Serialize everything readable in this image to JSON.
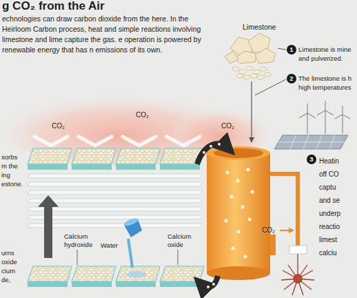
{
  "diagram": {
    "title": "g CO₂ from the Air",
    "labels": [
      "echnologies can draw carbon dioxide from the here. In the Heirloom Carbon process, heat and simple reactions involving limestone and lime capture the gas. e operation is powered by renewable energy that has n emissions of its own.",
      "Limestone",
      "1",
      "Limestone is mine and pulverized.",
      "2",
      "The limestone is h high temperatures",
      "CO₂",
      "CO₂",
      "CO₂",
      "sorbs m the ing estone.",
      "3",
      "Heatin off CO captu and se underp reactio limest calciu",
      "CO₂",
      "urns oxide cium de,",
      "Calcium hydroxide",
      "Water",
      "Calcium oxide"
    ]
  }
}
